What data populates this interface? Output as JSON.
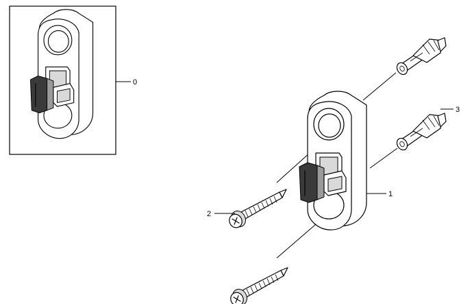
{
  "callouts": {
    "detail_view": "0",
    "bracket": "1",
    "screw": "2",
    "wall_plug": "3"
  }
}
